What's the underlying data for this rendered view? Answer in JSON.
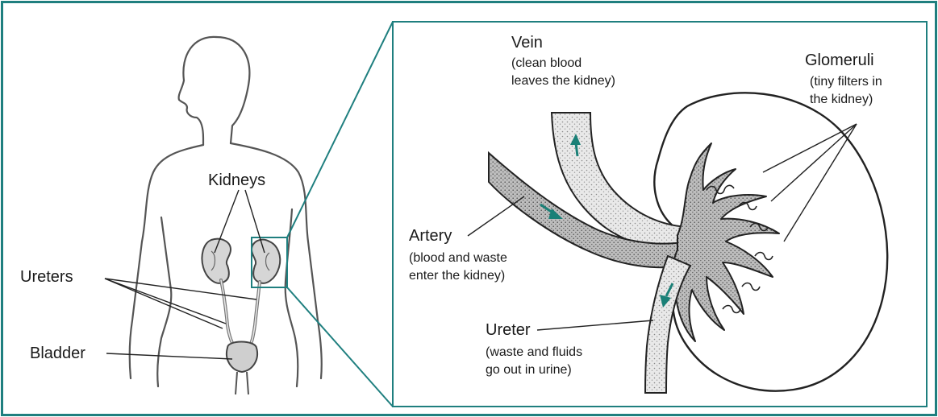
{
  "colors": {
    "border": "#1f7f7f",
    "arrow": "#1a8077",
    "vessel_fill": "#c9c9c9",
    "outline": "#333333"
  },
  "body_view": {
    "kidneys_label": "Kidneys",
    "ureters_label": "Ureters",
    "bladder_label": "Bladder"
  },
  "detail_view": {
    "vein": {
      "title": "Vein",
      "caption": "(clean blood\nleaves the kidney)"
    },
    "glomeruli": {
      "title": "Glomeruli",
      "caption": "(tiny filters in\nthe kidney)"
    },
    "artery": {
      "title": "Artery",
      "caption": "(blood and waste\nenter the kidney)"
    },
    "ureter": {
      "title": "Ureter",
      "caption": "(waste and fluids\ngo out in urine)"
    }
  },
  "icons": [
    "vein-flow-arrow-icon",
    "artery-flow-arrow-icon",
    "ureter-flow-arrow-icon"
  ]
}
